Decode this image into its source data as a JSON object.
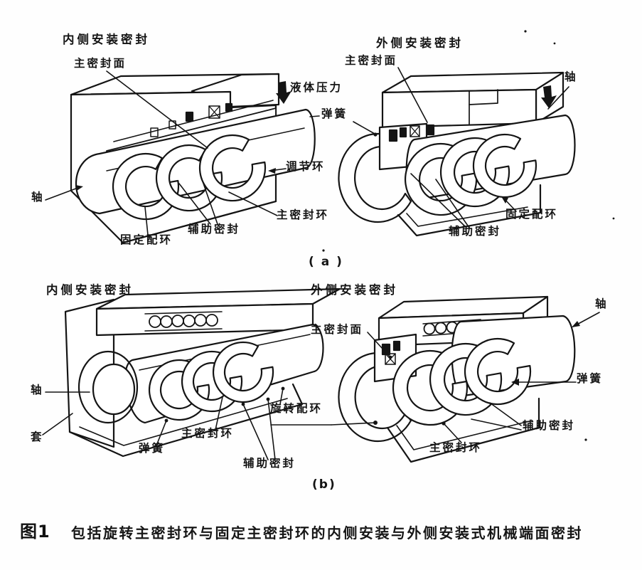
{
  "figure": {
    "section_a": {
      "marker": "( a )",
      "left": {
        "title": "内侧安装密封",
        "labels": {
          "main_seal_face": "主密封面",
          "liquid_pressure": "液体压力",
          "spring": "弹簧",
          "adjusting_ring": "调节环",
          "main_seal_ring": "主密封环",
          "aux_seal": "辅助密封",
          "fixed_mating_ring": "固定配环",
          "shaft": "轴"
        }
      },
      "right": {
        "title": "外侧安装密封",
        "labels": {
          "main_seal_face": "主密封面",
          "shaft": "轴",
          "fixed_mating_ring": "固定配环",
          "aux_seal": "辅助密封"
        }
      }
    },
    "section_b": {
      "marker": "(b)",
      "left": {
        "title": "内侧安装密封",
        "labels": {
          "shaft": "轴",
          "sleeve": "套",
          "spring": "弹簧",
          "main_seal_ring": "主密封环",
          "aux_seal": "辅助密封",
          "rotating_mating_ring": "旋转配环"
        }
      },
      "right": {
        "title": "外侧安装密封",
        "labels": {
          "main_seal_face": "主密封面",
          "shaft": "轴",
          "spring": "弹簧",
          "aux_seal": "辅助密封",
          "main_seal_ring": "主密封环"
        }
      }
    },
    "caption": {
      "number": "图1",
      "text": "包括旋转主密封环与固定主密封环的内侧安装与外侧安装式机械端面密封"
    }
  }
}
